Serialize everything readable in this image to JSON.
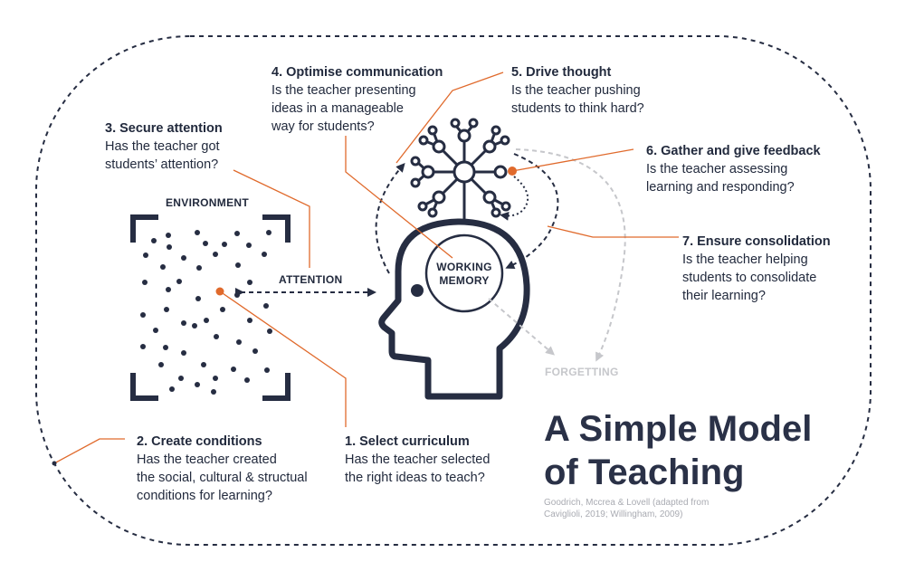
{
  "colors": {
    "navy": "#262d42",
    "orange": "#e06a2c",
    "grey": "#c6c7cb",
    "muted": "#a9abb2"
  },
  "title": {
    "line1": "A Simple Model",
    "line2": "of Teaching"
  },
  "credit": "Goodrich, Mccrea & Lovell (adapted from Caviglioli, 2019; Willingham, 2009)",
  "labels": {
    "environment": "ENVIRONMENT",
    "attention": "ATTENTION",
    "working_memory_line1": "WORKING",
    "working_memory_line2": "MEMORY",
    "forgetting": "FORGETTING"
  },
  "steps": [
    {
      "heading": "1. Select curriculum",
      "lines": [
        "Has the teacher selected",
        "the right ideas to teach?"
      ]
    },
    {
      "heading": "2. Create conditions",
      "lines": [
        "Has the teacher created",
        "the social, cultural & structual",
        "conditions for learning?"
      ]
    },
    {
      "heading": "3. Secure attention",
      "lines": [
        "Has the teacher got",
        "students’ attention?"
      ]
    },
    {
      "heading": "4. Optimise communication",
      "lines": [
        "Is the teacher presenting",
        "ideas in a manageable",
        "way for students?"
      ]
    },
    {
      "heading": "5. Drive thought",
      "lines": [
        "Is the teacher pushing",
        "students to think hard?"
      ]
    },
    {
      "heading": "6. Gather and give feedback",
      "lines": [
        "Is the teacher assessing",
        "learning and responding?"
      ]
    },
    {
      "heading": "7. Ensure consolidation",
      "lines": [
        "Is the teacher helping",
        "students to consolidate",
        "their learning?"
      ]
    }
  ],
  "icons": {
    "head": "head-silhouette-icon",
    "brain": "neural-network-icon",
    "frame": "environment-frame-icon"
  }
}
